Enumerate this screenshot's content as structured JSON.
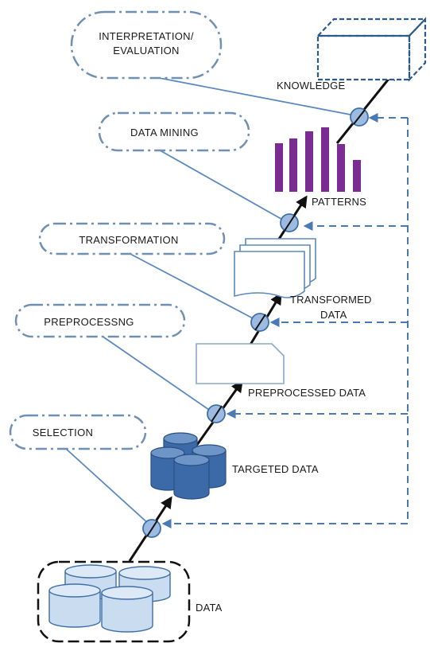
{
  "process_steps": {
    "interpretation": {
      "line1": "INTERPRETATION/",
      "line2": "EVALUATION"
    },
    "data_mining": "DATA MINING",
    "transformation": "TRANSFORMATION",
    "preprocessing": "PREPROCESSNG",
    "selection": "SELECTION"
  },
  "artifacts": {
    "knowledge": "KNOWLEDGE",
    "patterns": "PATTERNS",
    "transformed": {
      "line1": "TRANSFORMED",
      "line2": "DATA"
    },
    "preprocessed": "PREPROCESSED DATA",
    "targeted": "TARGETED DATA",
    "data": "DATA"
  },
  "colors": {
    "step_outline": "#6f8fb3",
    "connector": "#5b89c0",
    "feedback": "#4a7ab5",
    "arrow": "#111111",
    "node_fill": "#9dbbe0",
    "node_stroke": "#3f6fa8",
    "cylinder_dark": "#3c6aa8",
    "cylinder_light": "#c9dcf0",
    "pattern_bars": "#7a2c93",
    "knowledge_box": "#2e5a8a"
  },
  "icons": [
    "database-cylinder-icon",
    "bar-chart-icon",
    "document-stack-icon",
    "document-icon",
    "cube-icon"
  ]
}
